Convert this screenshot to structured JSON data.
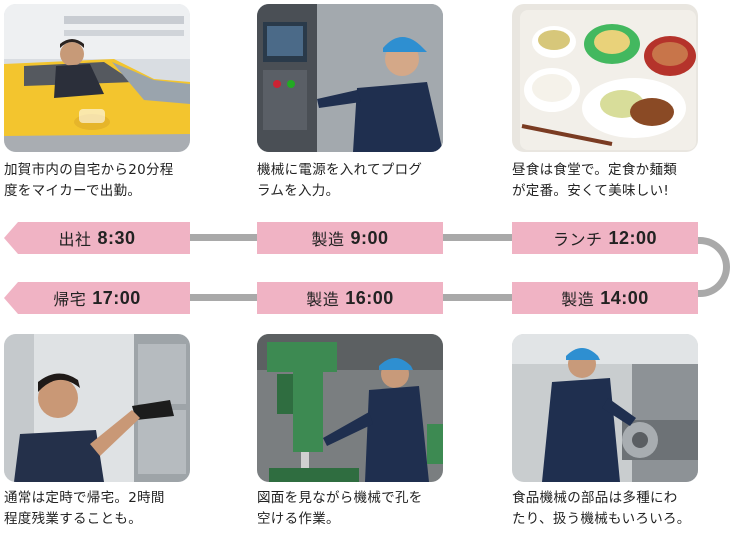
{
  "top_row": [
    {
      "caption_lines": [
        "加賀市内の自宅から20分程",
        "度をマイカーで出勤。"
      ]
    },
    {
      "caption_lines": [
        "機械に電源を入れてプログ",
        "ラムを入力。"
      ]
    },
    {
      "caption_lines": [
        "昼食は食堂で。定食か麺類",
        "が定番。安くて美味しい!"
      ]
    }
  ],
  "bottom_row": [
    {
      "caption_lines": [
        "通常は定時で帰宅。2時間",
        "程度残業することも。"
      ]
    },
    {
      "caption_lines": [
        "図面を見ながら機械で孔を",
        "空ける作業。"
      ]
    },
    {
      "caption_lines": [
        "食品機械の部品は多種にわ",
        "たり、扱う機械もいろいろ。"
      ]
    }
  ],
  "timeline": {
    "row1": [
      {
        "label": "出社",
        "time": "8:30"
      },
      {
        "label": "製造",
        "time": "9:00"
      },
      {
        "label": "ランチ",
        "time": "12:00"
      }
    ],
    "row2": [
      {
        "label": "帰宅",
        "time": "17:00"
      },
      {
        "label": "製造",
        "time": "16:00"
      },
      {
        "label": "製造",
        "time": "14:00"
      }
    ]
  },
  "colors": {
    "tag_pink": "#f0b3c4",
    "connector_gray": "#a9a9a9"
  }
}
